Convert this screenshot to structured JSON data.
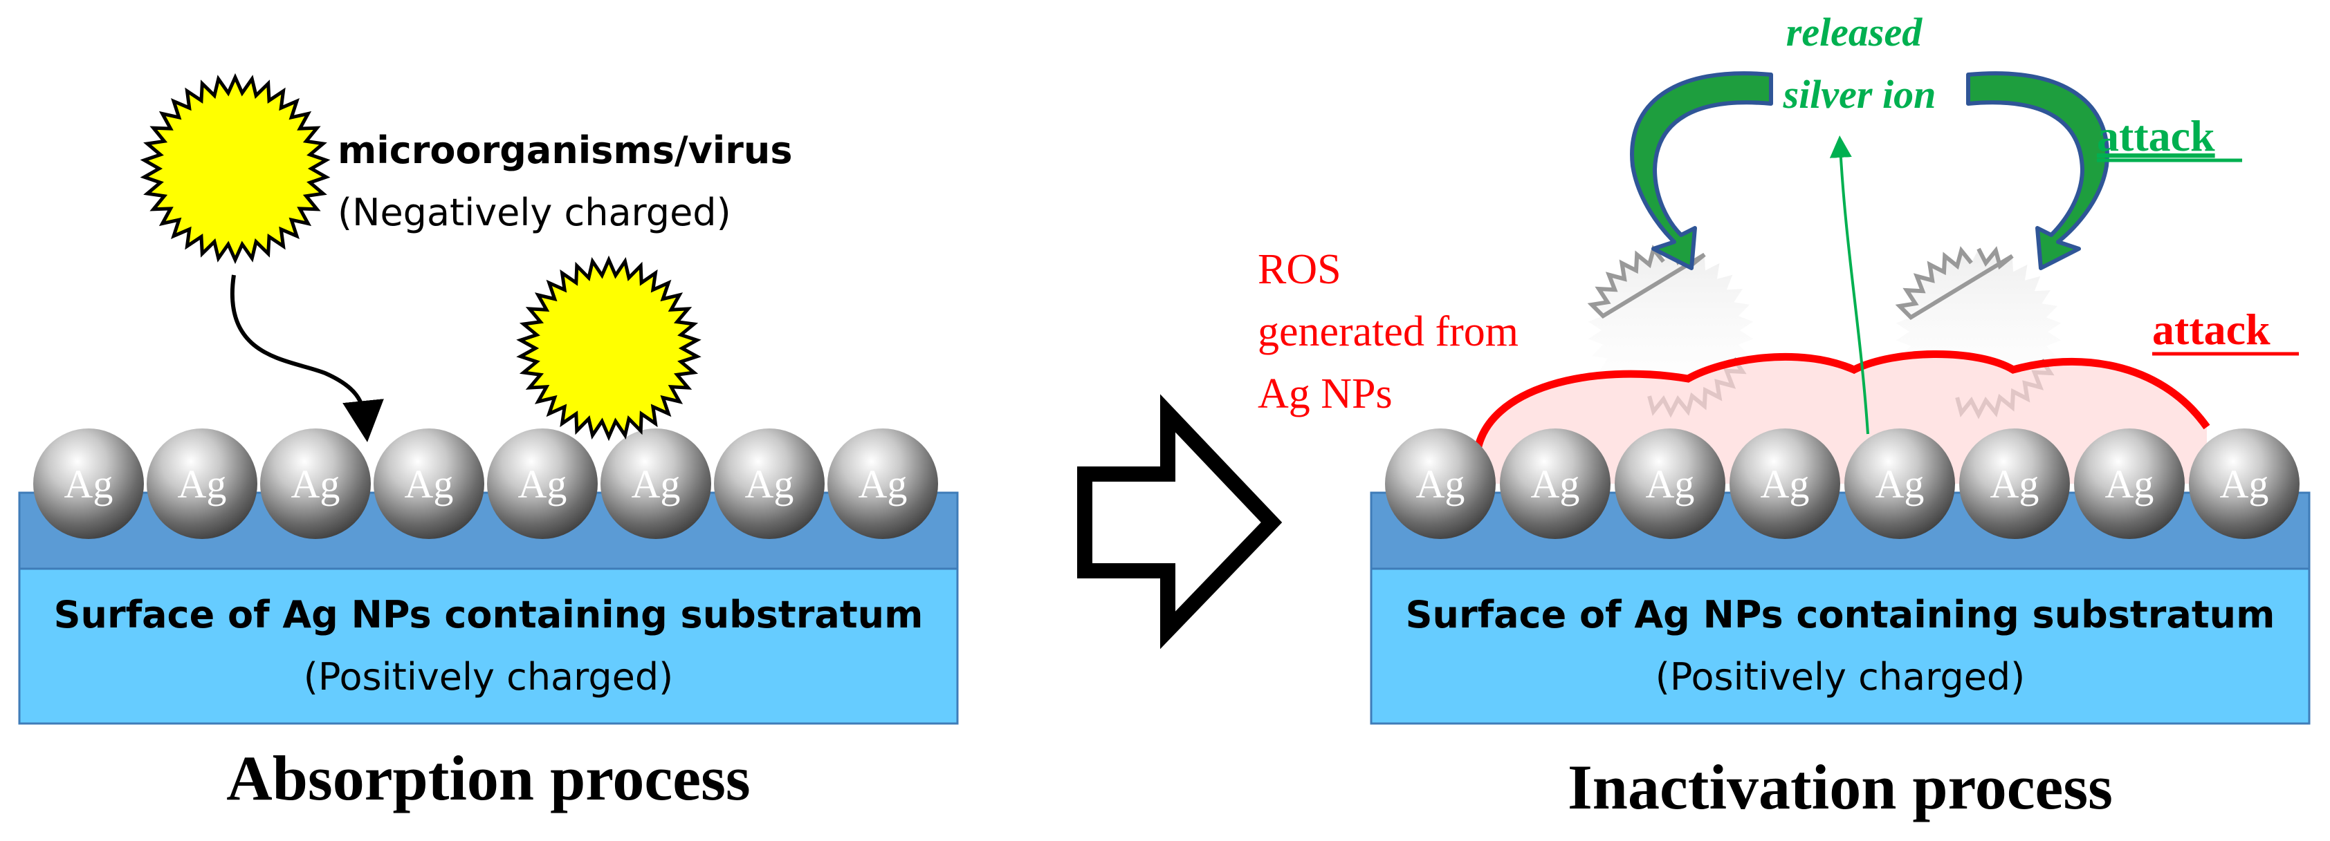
{
  "left_panel": {
    "title": "Absorption process",
    "microbe_label": "microorganisms/virus",
    "microbe_charge": "(Negatively charged)",
    "particle_label": "Ag",
    "substrate_label": "Surface of Ag NPs containing substratum",
    "substrate_charge": "(Positively charged)"
  },
  "right_panel": {
    "title": "Inactivation process",
    "ros_label_line1": "ROS",
    "ros_label_line2": "generated from",
    "ros_label_line3": "Ag NPs",
    "ion_label_line1": "released",
    "ion_label_line2": "silver ion",
    "attack_green": "attack",
    "attack_red": "attack",
    "particle_label": "Ag",
    "substrate_label": "Surface of Ag NPs containing substratum",
    "substrate_charge": "(Positively charged)"
  },
  "colors": {
    "substrate_top": "#5B9BD5",
    "substrate_body": "#66CCFF",
    "microbe_fill": "#FFFF00",
    "ros_red": "#FF0000",
    "ion_green": "#00B050",
    "arrow_green": "#1E9E3E",
    "arrow_outline": "#2F5597"
  },
  "icons": {
    "process_arrow": "hollow-right-arrow-icon"
  }
}
